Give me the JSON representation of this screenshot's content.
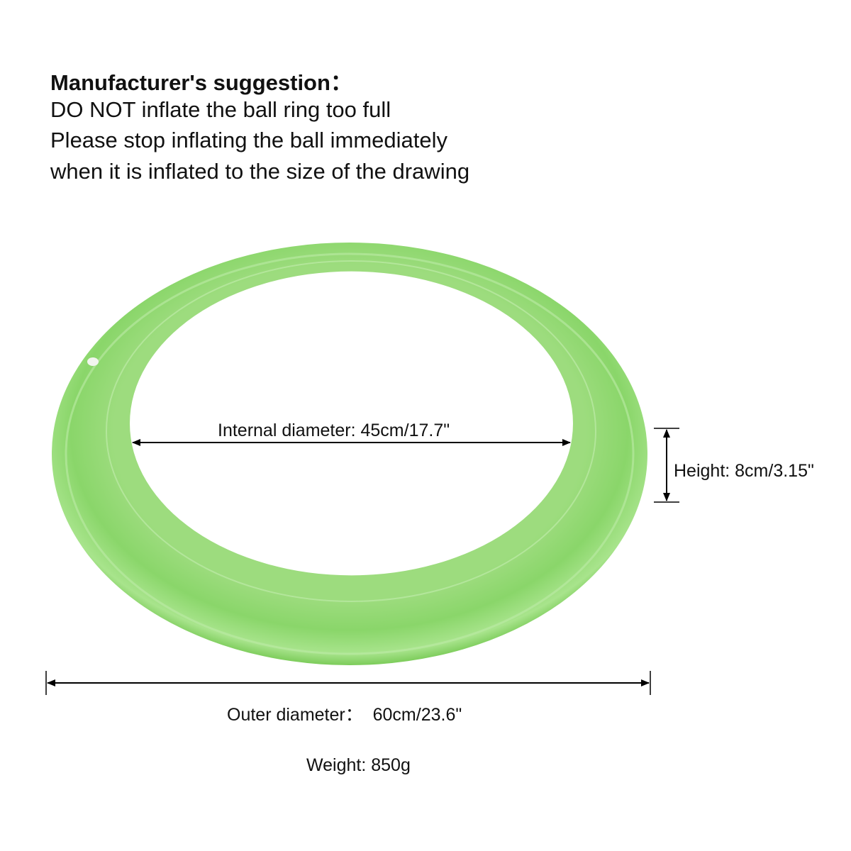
{
  "notice": {
    "title": "Manufacturer's suggestion：",
    "lines": [
      "DO NOT inflate the ball ring too full",
      "Please stop inflating the ball immediately",
      "when it is inflated to the size of the drawing"
    ]
  },
  "dimensions": {
    "internal": "Internal diameter: 45cm/17.7\"",
    "height": "Height: 8cm/3.15\"",
    "outer": "Outer diameter：  60cm/23.6\"",
    "weight": "Weight: 850g"
  },
  "colors": {
    "ring": "#8ad66a",
    "ring_light": "#b4e89a",
    "ring_dark": "#6cc24a"
  }
}
